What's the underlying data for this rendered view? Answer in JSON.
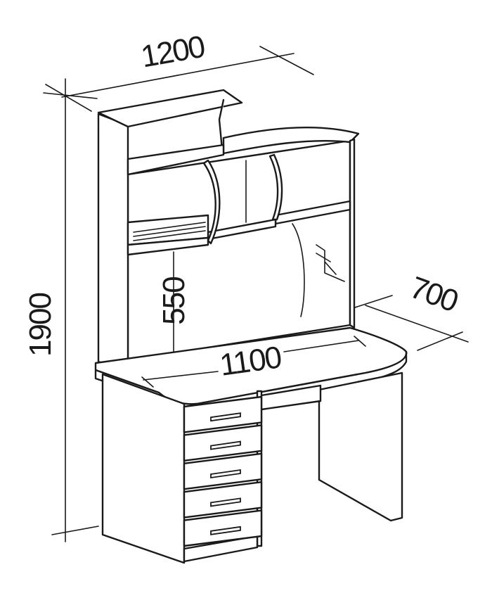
{
  "dimensions": {
    "width": "1200",
    "height": "1900",
    "depth": "700",
    "desk_width": "1100",
    "knee_height": "550"
  },
  "colors": {
    "line": "#1a1a1a",
    "background": "#ffffff"
  },
  "drawer_count": 5
}
